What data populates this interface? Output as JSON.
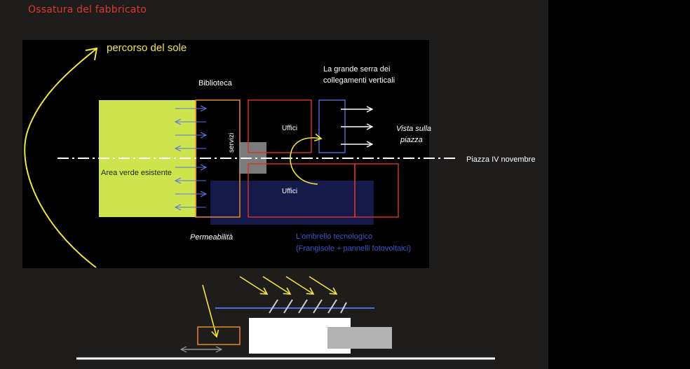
{
  "page": {
    "title": "Ossatura del fabbricato"
  },
  "diagram": {
    "sun_path": "percorso del sole",
    "biblioteca": "Biblioteca",
    "serra_line1": "La grande serra dei",
    "serra_line2": "collegamenti verticali",
    "servizi": "servizi",
    "uffici_top": "Uffici",
    "uffici_bottom": "Uffici",
    "vista_line1": "Vista sulla",
    "vista_line2": "piazza",
    "piazza": "Piazza IV novembre",
    "area_verde": "Area verde esistente",
    "permeabilita": "Permeabilità",
    "ombrello_line1": "L'ombrello tecnologico",
    "ombrello_line2": "(Frangisole + pannelli fotovoltaici)"
  },
  "colors": {
    "background_panel": "#1f1d1c",
    "title_red": "#d83a2c",
    "sun_yellow": "#f2e63a",
    "green_area": "#cde44c",
    "orange": "#e88a2a",
    "red_outline": "#d9362a",
    "blue_outline": "#4f6fd6",
    "umbrella_fill": "#151a4a",
    "umbrella_text": "#3b55c9",
    "grey_block": "#8a8a8a"
  }
}
